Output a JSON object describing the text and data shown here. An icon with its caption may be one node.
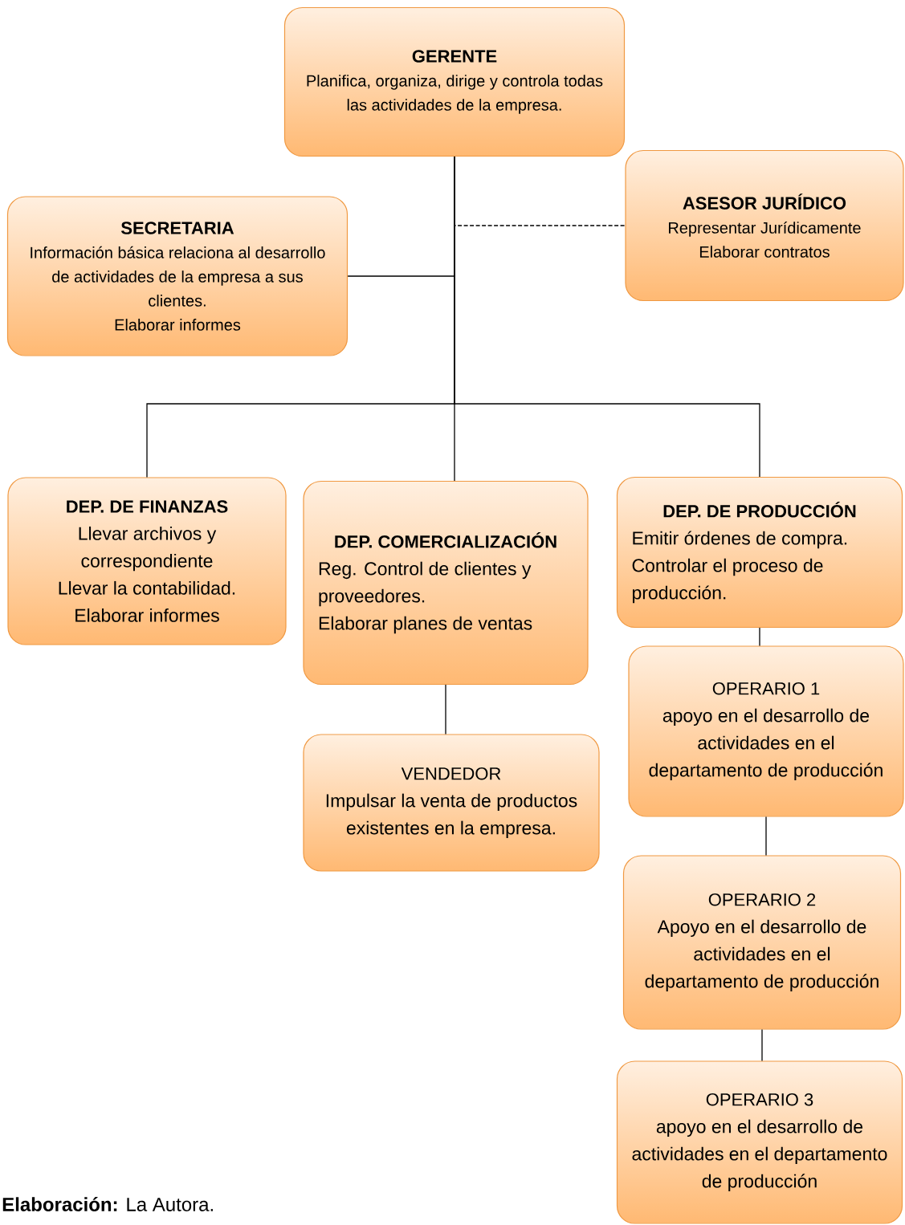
{
  "diagram": {
    "nodes": [
      {
        "text": [
          "GERENTE",
          "Planifica, organiza, dirige y controla todas las actividades de la empresa."
        ]
      },
      {
        "text": [
          "ASESOR JURÍDICO",
          "Representar Jurídicamente",
          "Elaborar contratos"
        ]
      },
      {
        "text": [
          "SECRETARIA",
          "Información básica relaciona al desarrollo de actividades de la empresa a sus clientes.",
          "Elaborar informes"
        ]
      },
      {
        "text": [
          "DEP. DE FINANZAS",
          "Llevar archivos y correspondiente",
          "Llevar la contabilidad.",
          "Elaborar informes"
        ]
      },
      {
        "text": [
          "DEP. COMERCIALIZACIÓN",
          "Reg. Control de clientes y proveedores.",
          "Elaborar planes de ventas"
        ]
      },
      {
        "text": [
          "DEP. DE PRODUCCIÓN",
          "Emitir órdenes de compra. Controlar el proceso de producción."
        ]
      },
      {
        "text": [
          "VENDEDOR",
          "Impulsar la venta de productos existentes en la empresa."
        ]
      },
      {
        "text": [
          "OPERARIO 1",
          "apoyo en el desarrollo de actividades en el departamento de producción"
        ]
      },
      {
        "text": [
          "OPERARIO 2",
          "Apoyo en el desarrollo de actividades en el departamento de producción"
        ]
      },
      {
        "text": [
          "OPERARIO 3",
          "apoyo en el desarrollo de actividades en el departamento de producción"
        ]
      }
    ],
    "edges": [
      {
        "from": 0,
        "to": 1,
        "arrow": "none",
        "style": "dashed"
      },
      {
        "from": 0,
        "to": 2,
        "arrow": "none"
      },
      {
        "from": 0,
        "to": 3,
        "arrow": "none"
      },
      {
        "from": 0,
        "to": 4,
        "arrow": "none"
      },
      {
        "from": 0,
        "to": 5,
        "arrow": "none"
      },
      {
        "from": 4,
        "to": 6,
        "arrow": "none"
      },
      {
        "from": 5,
        "to": 7,
        "arrow": "none"
      },
      {
        "from": 7,
        "to": 8,
        "arrow": "none"
      },
      {
        "from": 8,
        "to": 9,
        "arrow": "none"
      }
    ],
    "labels": [
      "**Elaboración:** La Autora."
    ]
  }
}
